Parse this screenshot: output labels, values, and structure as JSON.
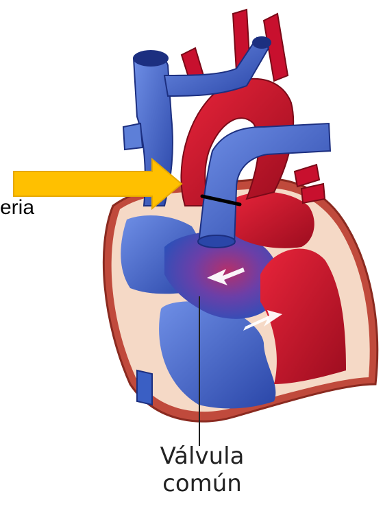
{
  "labels": {
    "cut_text": "eria",
    "valve_line1": "Válvula",
    "valve_line2": "común"
  },
  "colors": {
    "arrow": "#ffc000",
    "arrow_outline": "#e6a800",
    "deoxygenated": "#3a5fc4",
    "oxygenated": "#c8102e",
    "myocardium": "#f5d9c6",
    "text": "#222222"
  }
}
